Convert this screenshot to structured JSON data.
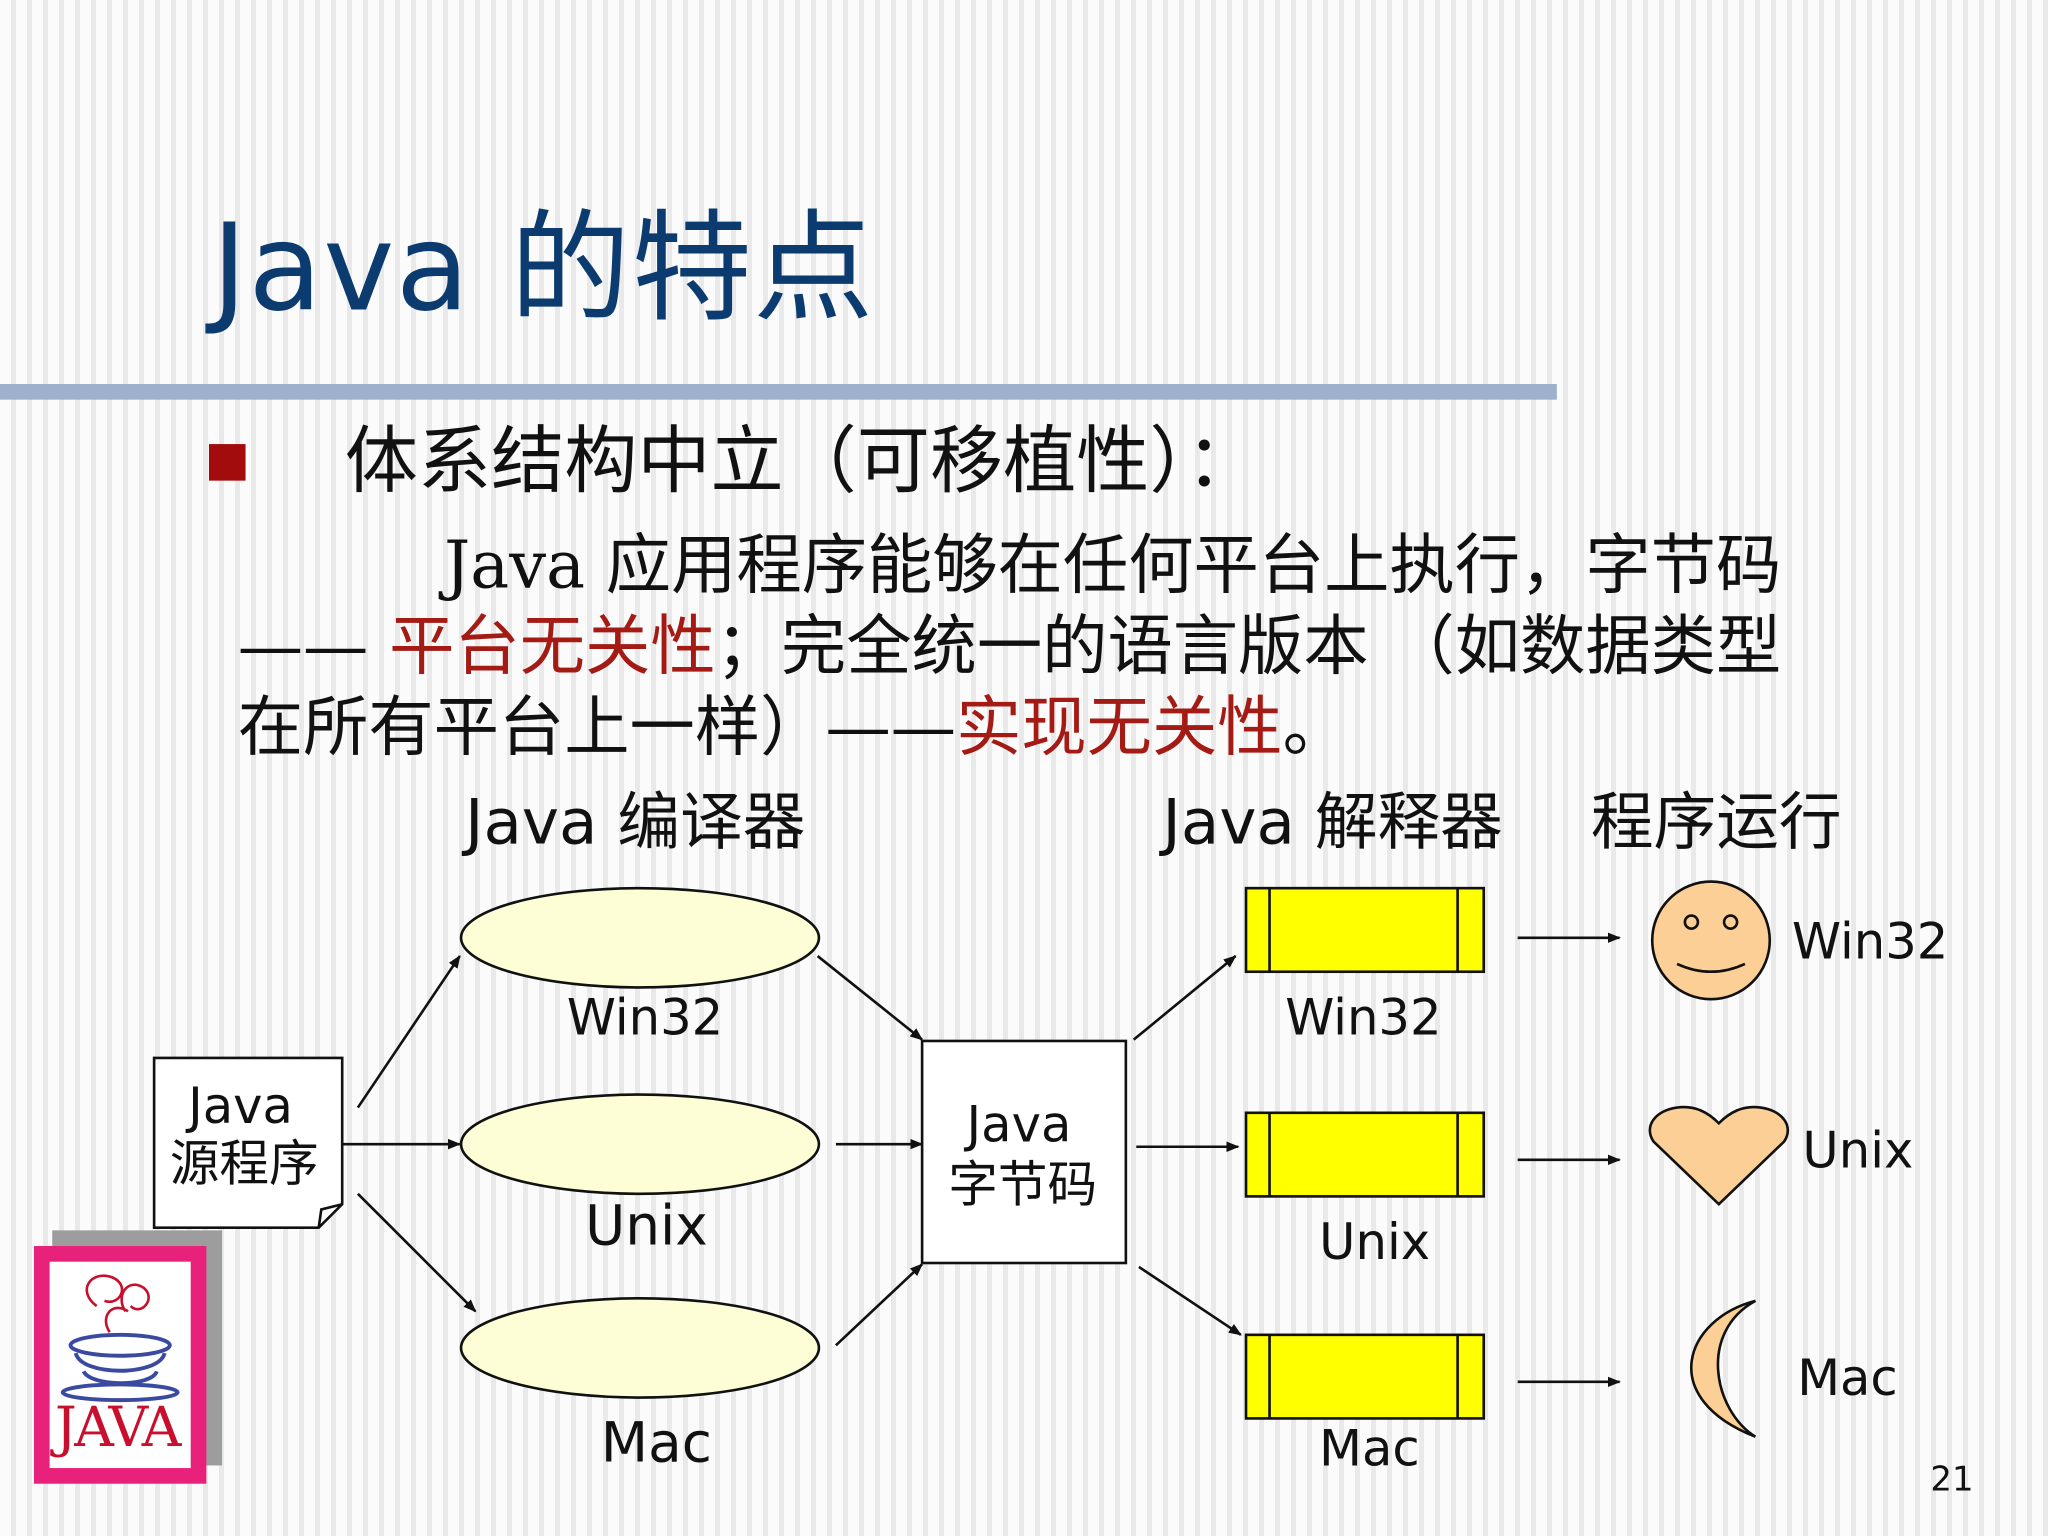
{
  "slide": {
    "title": "Java  的特点",
    "bullet_heading": "体系结构中立（可移植性）：",
    "para_line1": "Java 应用程序能够在任何平台上执行，字节码",
    "para_line2_a": "—— ",
    "para_line2_red": "平台无关性",
    "para_line2_b": "；完全统一的语言版本 （如数据类型",
    "para_line3_a": "在所有平台上一样）——",
    "para_line3_red": "实现无关性",
    "para_line3_b": "。",
    "page_number": "21"
  },
  "diagram": {
    "compiler_label": "Java 编译器",
    "interpreter_label": "Java 解释器",
    "run_label": "程序运行",
    "source_box": [
      "Java",
      "源程序"
    ],
    "bytecode_box": [
      "Java",
      "字节码"
    ],
    "compiler_platforms": [
      "Win32",
      "Unix",
      "Mac"
    ],
    "interpreter_platforms": [
      "Win32",
      "Unix",
      "Mac"
    ],
    "run_platforms": [
      "Win32",
      "Unix",
      "Mac"
    ]
  },
  "logo": {
    "text": "JAVA"
  },
  "colors": {
    "title": "#0c3c6f",
    "rule": "#9db0cc",
    "bullet": "#a20c0c",
    "highlight_red": "#a41a14",
    "ellipse_fill": "#fdfdd6",
    "interpreter_fill": "#ffff00",
    "result_fill": "#fccf96",
    "logo_frame": "#e8227a"
  }
}
